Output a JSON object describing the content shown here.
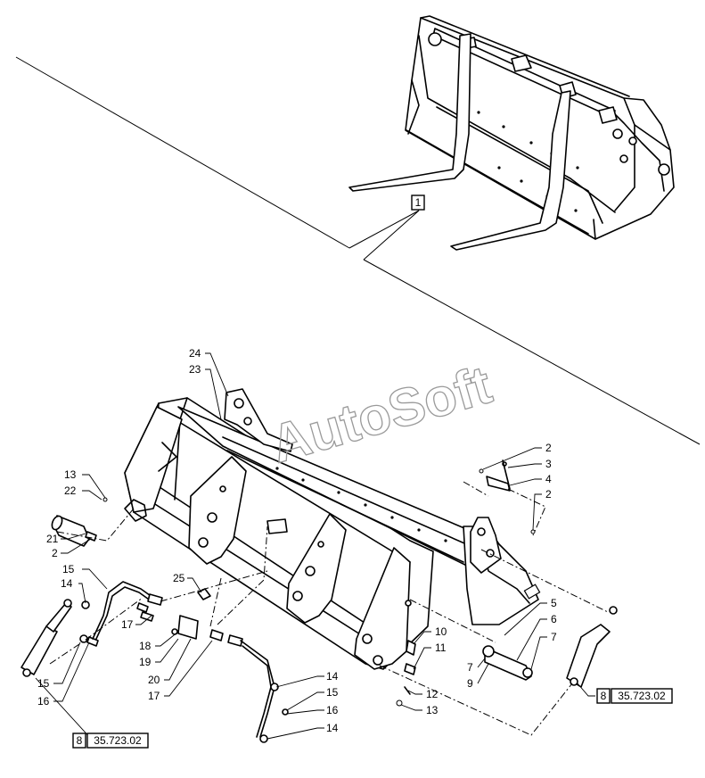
{
  "watermark": "AutoSoft",
  "top_view": {
    "item_box": "1"
  },
  "references": [
    {
      "box": "8",
      "code": "35.723.02"
    },
    {
      "box": "8",
      "code": "35.723.02"
    }
  ],
  "callouts": {
    "c24": "24",
    "c23": "23",
    "c13a": "13",
    "c22": "22",
    "c21": "21",
    "c2a": "2",
    "c15a": "15",
    "c14a": "14",
    "c25": "25",
    "c17a": "17",
    "c18": "18",
    "c19": "19",
    "c20": "20",
    "c17b": "17",
    "c15b": "15",
    "c16a": "16",
    "c14b": "14",
    "c15c": "15",
    "c16b": "16",
    "c14c": "14",
    "c2b": "2",
    "c3": "3",
    "c4": "4",
    "c2c": "2",
    "c5": "5",
    "c6": "6",
    "c7a": "7",
    "c7b": "7",
    "c9": "9",
    "c10": "10",
    "c11": "11",
    "c12": "12",
    "c13b": "13"
  }
}
